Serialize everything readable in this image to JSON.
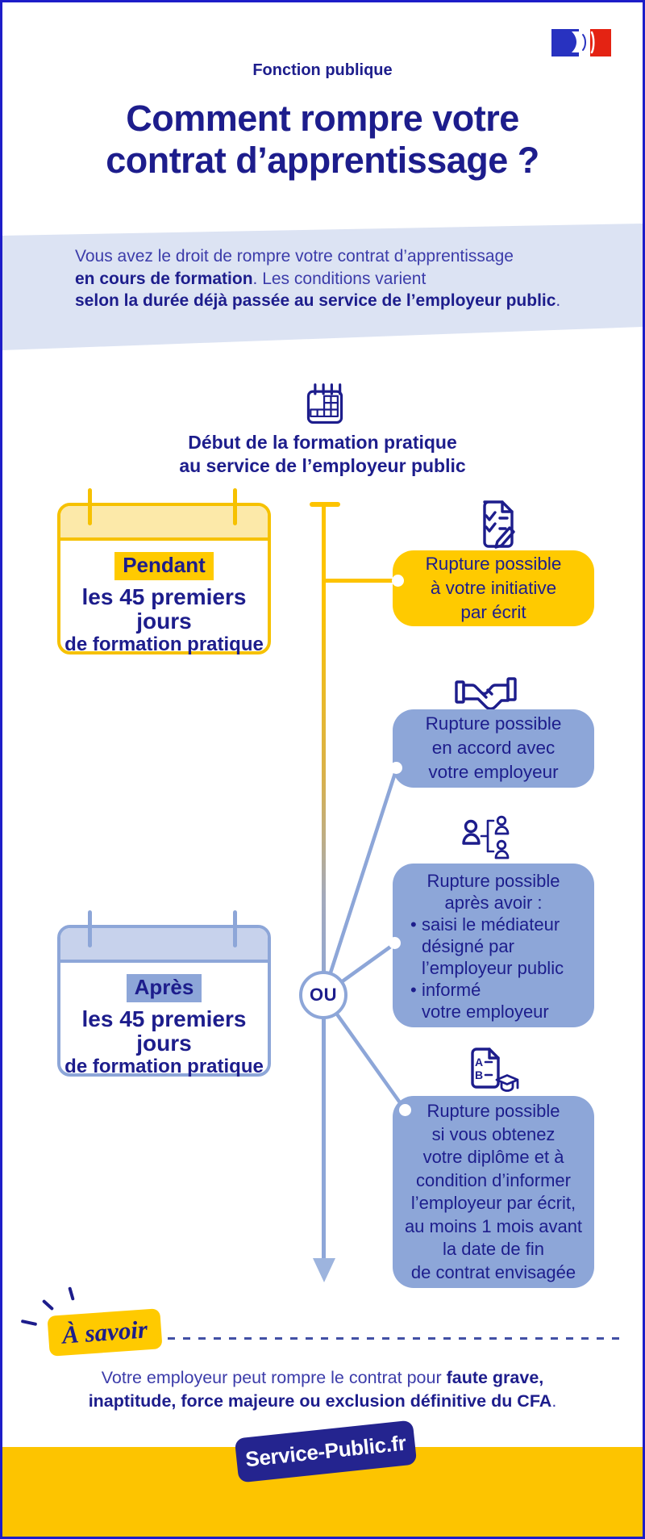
{
  "header": {
    "kicker": "Fonction publique",
    "title1": "Comment rompre votre",
    "title2": "contrat d’apprentissage ?"
  },
  "intro": {
    "l1": "Vous avez le droit de rompre votre contrat d’apprentissage",
    "l2_bold": "en cours de formation",
    "l2_rest": ". Les conditions varient",
    "l3_bold": "selon la durée déjà passée au service de l’employeur public",
    "l3_rest": "."
  },
  "start": {
    "heading1": "Début de la formation pratique",
    "heading2": "au service de l’employeur public"
  },
  "cards": {
    "pendant": {
      "tag": "Pendant",
      "l1": "les 45 premiers jours",
      "l2": "de formation pratique"
    },
    "apres": {
      "tag": "Après",
      "l1": "les 45 premiers jours",
      "l2": "de formation pratique"
    }
  },
  "or_label": "OU",
  "bubbles": {
    "initiative": {
      "l1": "Rupture possible",
      "l2": "à votre initiative",
      "l3": "par écrit"
    },
    "accord": {
      "l1": "Rupture possible",
      "l2": "en accord avec",
      "l3": "votre employeur"
    },
    "mediateur": {
      "l1": "Rupture possible",
      "l2": "après avoir :",
      "item1": {
        "marker": "•",
        "l1": "saisi le médiateur",
        "l2": "désigné par",
        "l3": "l’employeur public"
      },
      "item2": {
        "marker": "•",
        "l1": "informé",
        "l2": "votre employeur"
      }
    },
    "diplome": {
      "l1": "Rupture possible",
      "l2": "si vous obtenez",
      "l3": "votre diplôme et à",
      "l4": "condition d’informer",
      "l5": "l’employeur par écrit,",
      "l6": "au moins 1 mois avant",
      "l7": "la date de fin",
      "l8": "de contrat envisagée"
    }
  },
  "note": {
    "badge": "À savoir",
    "r1": "Votre employeur peut rompre le contrat pour ",
    "b1": "faute grave,",
    "b2": "inaptitude, force majeure ou exclusion définitive du CFA",
    "r2": "."
  },
  "footer": {
    "brand": "Service-Public.fr"
  },
  "icons": {
    "calendar": "calendar-grid-icon",
    "checklist": "checklist-pencil-icon",
    "handshake": "handshake-icon",
    "mediator": "mediator-people-icon",
    "diploma": "diploma-graduation-icon"
  },
  "colors": {
    "navy": "#1d1d8c",
    "body-blue": "#3c3caa",
    "peri": "#8da6d8",
    "peri-light": "#c7d2ec",
    "band": "#dce3f3",
    "yellow": "#ffca00",
    "gold": "#f6c100",
    "yellow-light": "#fce9a9",
    "footer-yellow": "#fdc400",
    "border-blue": "#1d1dc8",
    "arrow": "#9db4de",
    "dash": "#4250a5",
    "logo-blue": "#2832c0",
    "logo-red": "#e42313"
  }
}
